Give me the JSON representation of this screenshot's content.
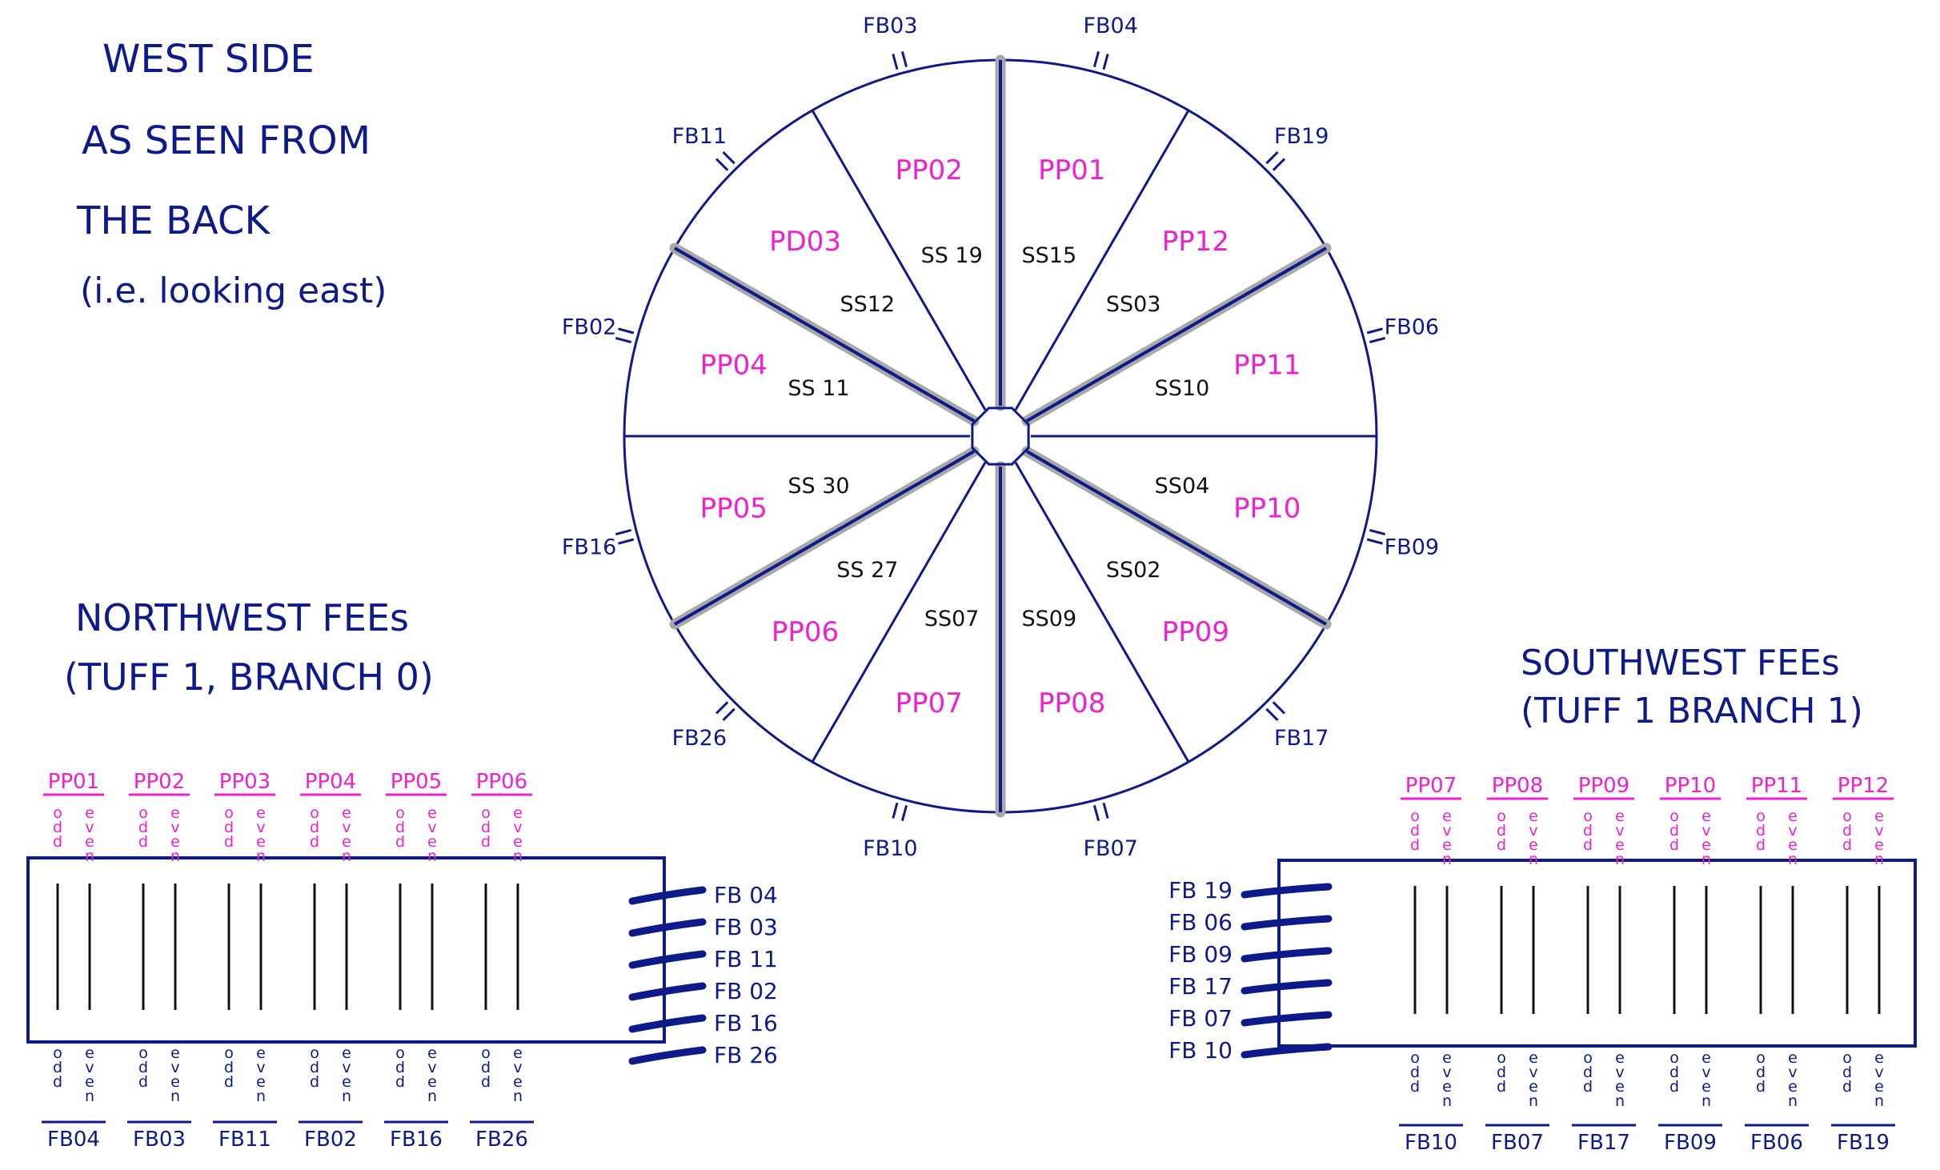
{
  "diagram": {
    "heading": [
      "WEST SIDE",
      "AS SEEN FROM",
      "THE BACK",
      "(i.e. looking east)"
    ],
    "wheel": {
      "sectors": [
        {
          "pp": "PP01",
          "ss": "SS15"
        },
        {
          "pp": "PP12",
          "ss": "SS03"
        },
        {
          "pp": "PP11",
          "ss": "SS10"
        },
        {
          "pp": "PP10",
          "ss": "SS04"
        },
        {
          "pp": "PP09",
          "ss": "SS02"
        },
        {
          "pp": "PP08",
          "ss": "SS09"
        },
        {
          "pp": "PP07",
          "ss": "SS07"
        },
        {
          "pp": "PP06",
          "ss": "SS 27"
        },
        {
          "pp": "PP05",
          "ss": "SS 30"
        },
        {
          "pp": "PP04",
          "ss": "SS 11"
        },
        {
          "pp": "PD03",
          "ss": "SS12"
        },
        {
          "pp": "PP02",
          "ss": "SS 19"
        }
      ],
      "fibers": [
        "FB04",
        "FB19",
        "FB06",
        "FB09",
        "FB17",
        "FB07",
        "FB10",
        "FB26",
        "FB16",
        "FB02",
        "FB11",
        "FB03"
      ]
    },
    "northwest": {
      "title": "NORTHWEST FEEs",
      "subtitle": "(TUFF 1, BRANCH 0)",
      "pp_labels": [
        "PP01",
        "PP02",
        "PP03",
        "PP04",
        "PP05",
        "PP06"
      ],
      "odd": "odd",
      "even": "even",
      "fb_bottom": [
        "FB04",
        "FB03",
        "FB11",
        "FB02",
        "FB16",
        "FB26"
      ],
      "fb_side": [
        "FB 04",
        "FB 03",
        "FB 11",
        "FB 02",
        "FB 16",
        "FB 26"
      ]
    },
    "southwest": {
      "title": "SOUTHWEST FEEs",
      "subtitle": "(TUFF 1 BRANCH 1)",
      "pp_labels": [
        "PP07",
        "PP08",
        "PP09",
        "PP10",
        "PP11",
        "PP12"
      ],
      "odd": "odd",
      "even": "even",
      "fb_bottom": [
        "FB10",
        "FB07",
        "FB17",
        "FB09",
        "FB06",
        "FB19"
      ],
      "fb_side": [
        "FB 19",
        "FB 06",
        "FB 09",
        "FB 17",
        "FB 07",
        "FB 10"
      ]
    }
  }
}
